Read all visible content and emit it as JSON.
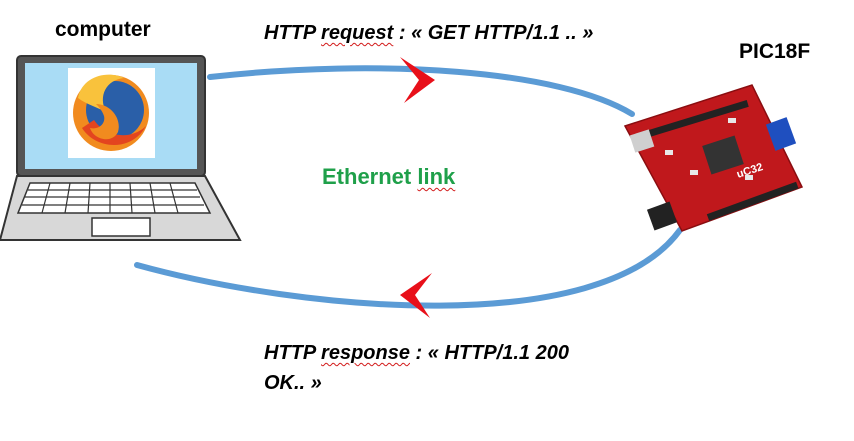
{
  "labels": {
    "computer": "computer",
    "board": "PIC18F",
    "link": "Ethernet",
    "link_suffix": "link"
  },
  "request": {
    "prefix": "HTTP",
    "word": "request",
    "rest": " : « GET HTTP/1.1 .. »"
  },
  "response": {
    "prefix": "HTTP",
    "word": "response",
    "rest": " : «  HTTP/1.1 200",
    "line2": "OK.. »"
  },
  "board_silkscreen": "uC32",
  "colors": {
    "arc": "#5b9bd5",
    "arrow": "#e8101a",
    "link_text": "#1fa04a",
    "board": "#c0181c",
    "laptop_screen": "#a9dcf5"
  },
  "icons": [
    "laptop-icon",
    "browser-logo-icon",
    "circuit-board-icon",
    "arrow-right-icon",
    "arrow-left-icon"
  ]
}
